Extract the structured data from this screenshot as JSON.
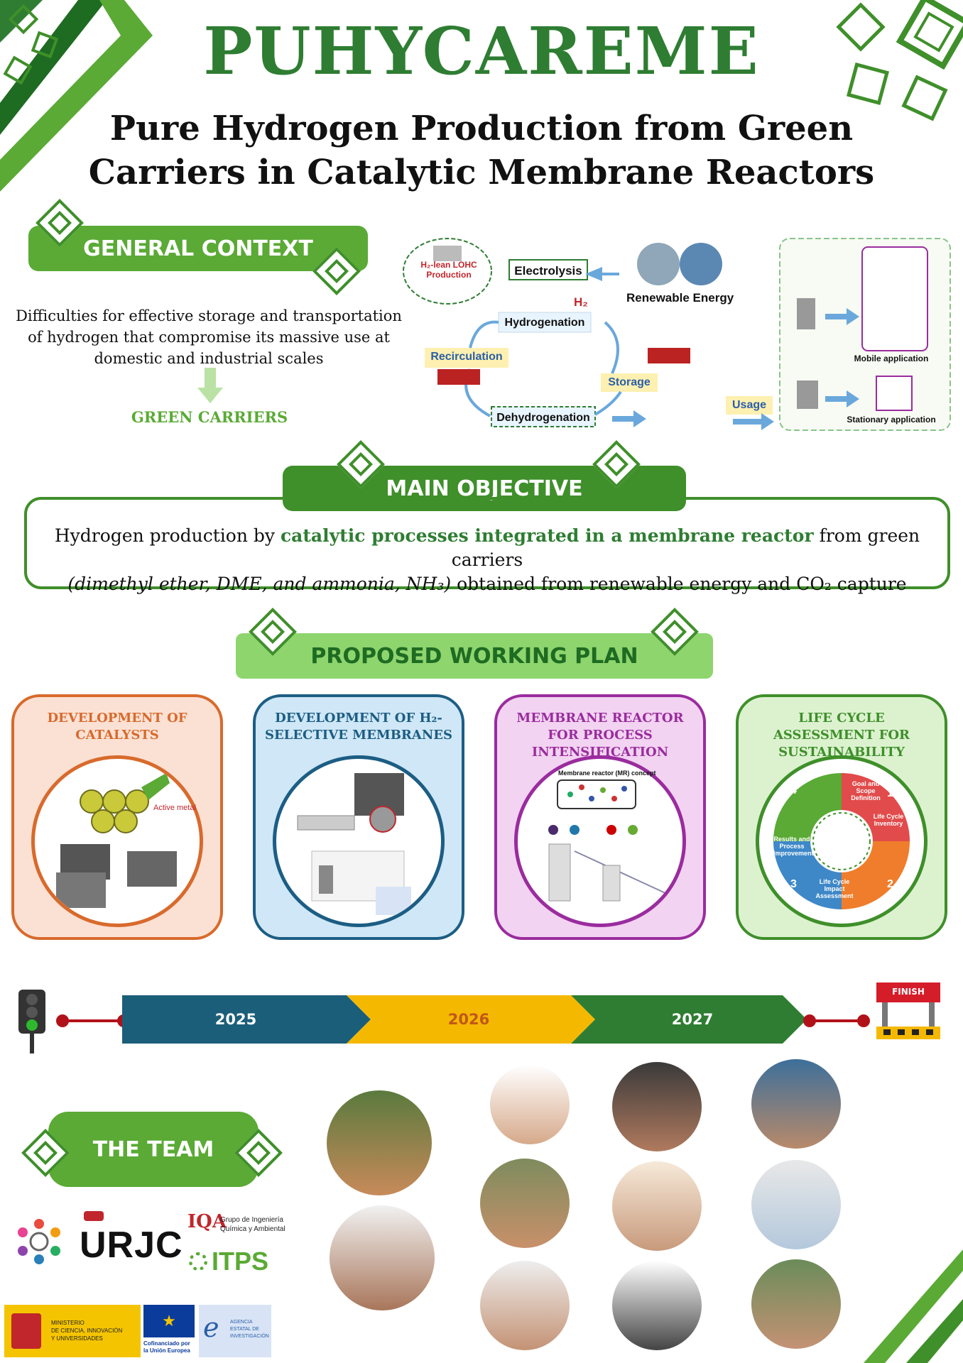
{
  "header": {
    "title": "PUHYCAREME",
    "subtitle_line1": "Pure Hydrogen Production from Green",
    "subtitle_line2": "Carriers in Catalytic Membrane Reactors"
  },
  "general_context": {
    "heading": "GENERAL CONTEXT",
    "text": "Difficulties for effective storage and transportation of hydrogen that compromise its massive use at domestic and industrial scales",
    "result": "GREEN CARRIERS"
  },
  "diagram": {
    "lohc_line1": "H₂-lean LOHC",
    "lohc_line2": "Production",
    "electrolysis": "Electrolysis",
    "h2": "H₂",
    "renewable": "Renewable Energy",
    "hydrogenation": "Hydrogenation",
    "recirculation": "Recirculation",
    "storage": "Storage",
    "dehydrogenation": "Dehydrogenation",
    "usage": "Usage",
    "mobile": "Mobile application",
    "stationary": "Stationary application"
  },
  "objective": {
    "heading": "MAIN OBJECTIVE",
    "part1": "Hydrogen production by ",
    "highlight": "catalytic processes integrated in a membrane reactor",
    "part2": " from green carriers",
    "line2_italic": "(dimethyl ether, DME, and ammonia, NH₃)",
    "line2_rest": " obtained from renewable energy and CO₂ capture"
  },
  "plan": {
    "heading": "PROPOSED WORKING PLAN",
    "cards": [
      {
        "title": "DEVELOPMENT OF CATALYSTS",
        "label": "Active metal",
        "color": "#d86a2c",
        "bg": "#fbe1d4"
      },
      {
        "title": "DEVELOPMENT OF H₂-SELECTIVE MEMBRANES",
        "label": "",
        "color": "#1c5d84",
        "bg": "#cfe7f6"
      },
      {
        "title": "MEMBRANE REACTOR FOR PROCESS INTENSIFICATION",
        "label": "Membrane reactor (MR) concept",
        "color": "#9a2c9e",
        "bg": "#f2d3f1"
      },
      {
        "title": "LIFE CYCLE ASSESSMENT FOR SUSTAINABILITY",
        "label": "",
        "color": "#3f8f2a",
        "bg": "#dcf2cf"
      }
    ],
    "lca": {
      "s1": "Goal and Scope Definition",
      "s2": "Life Cycle Inventory",
      "s3": "Life Cycle Impact Assessment",
      "s4": "Results and Process Improvement",
      "n1": "1",
      "n2": "2",
      "n3": "3",
      "n4": "4"
    }
  },
  "timeline": {
    "years": [
      "2025",
      "2026",
      "2027"
    ],
    "finish": "FINISH",
    "colors": [
      "#1b5e7a",
      "#f5b800",
      "#2e7d32"
    ]
  },
  "team": {
    "heading": "THE TEAM"
  },
  "logos": {
    "urjc": "URJC",
    "giqa_line1": "Grupo de Ingeniería",
    "giqa_line2": "Química y Ambiental",
    "giqa_mark": "IQA",
    "itps": "ITPS",
    "ministry_line1": "MINISTERIO",
    "ministry_line2": "DE CIENCIA, INNOVACIÓN",
    "ministry_line3": "Y UNIVERSIDADES",
    "eu_line1": "Cofinanciado por",
    "eu_line2": "la Unión Europea",
    "aei_line1": "AGENCIA",
    "aei_line2": "ESTATAL DE",
    "aei_line3": "INVESTIGACIÓN"
  }
}
